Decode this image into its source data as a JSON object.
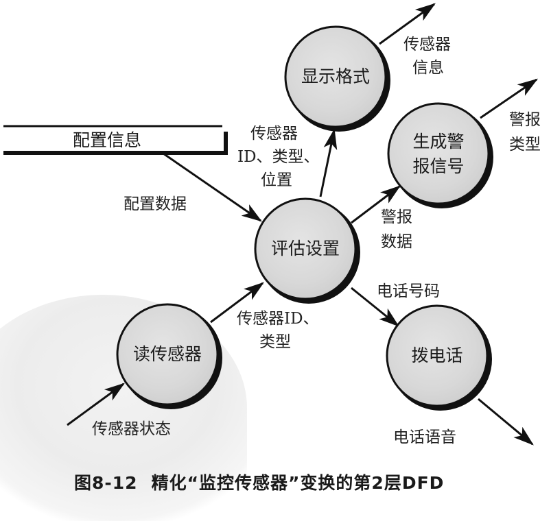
{
  "diagram": {
    "type": "data-flow-diagram",
    "level": "2",
    "processes": [
      {
        "id": "display",
        "label": "显示格式"
      },
      {
        "id": "alarm",
        "label_line1": "生成警",
        "label_line2": "报信号"
      },
      {
        "id": "assess",
        "label": "评估设置"
      },
      {
        "id": "read",
        "label": "读传感器"
      },
      {
        "id": "dial",
        "label": "拨电话"
      }
    ],
    "data_store": {
      "label": "配置信息"
    },
    "flows": {
      "sensor_status": "传感器状态",
      "sensor_id_type_line1": "传感器ID、",
      "sensor_id_type_line2": "类型",
      "config_data": "配置数据",
      "sensor_id_type_loc_line1": "传感器",
      "sensor_id_type_loc_line2": "ID、类型、",
      "sensor_id_type_loc_line3": "位置",
      "sensor_info_line1": "传感器",
      "sensor_info_line2": "信息",
      "alarm_data_line1": "警报",
      "alarm_data_line2": "数据",
      "alarm_type_line1": "警报",
      "alarm_type_line2": "类型",
      "phone_number": "电话号码",
      "phone_voice": "电话语音"
    }
  },
  "caption": {
    "figure_number": "图8-12",
    "text": "精化“监控传感器”变换的第2层DFD"
  },
  "colors": {
    "circle_fill": "#dcdcdc",
    "stroke": "#111111",
    "background": "#ffffff"
  }
}
